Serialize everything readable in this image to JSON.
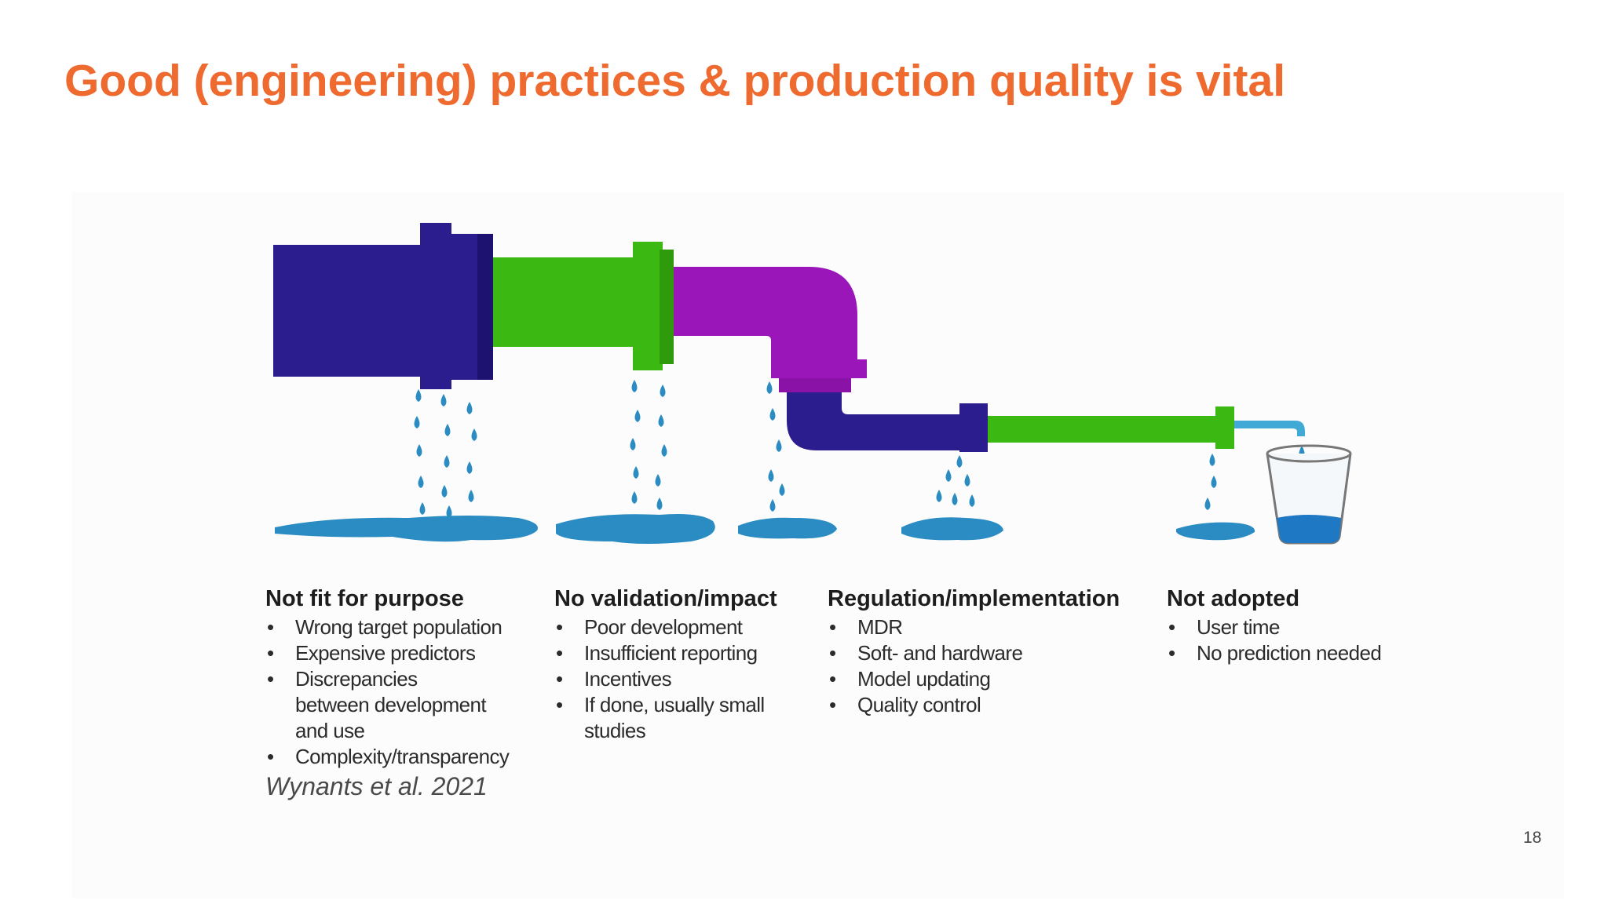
{
  "slide": {
    "title": "Good (engineering) practices & production quality is vital",
    "citation": "Wynants et al. 2021",
    "page_number": "18"
  },
  "diagram": {
    "colors": {
      "navy": "#2c1d8f",
      "green": "#3cb812",
      "purple": "#9a16b8",
      "water": "#2a8cc2",
      "glass_water": "#1f78c4",
      "tap": "#41a9d6",
      "title": "#ee6a2f"
    },
    "stages": [
      {
        "heading": "Not fit for purpose",
        "items": [
          "Wrong target population",
          "Expensive predictors",
          "Discrepancies between development and use",
          "Complexity/transparency"
        ]
      },
      {
        "heading": "No validation/impact",
        "items": [
          "Poor development",
          "Insufficient reporting",
          "Incentives",
          "If done, usually small studies"
        ]
      },
      {
        "heading": "Regulation/implementation",
        "items": [
          "MDR",
          "Soft- and hardware",
          "Model updating",
          "Quality control"
        ]
      },
      {
        "heading": "Not adopted",
        "items": [
          "User time",
          "No prediction needed"
        ]
      }
    ]
  }
}
